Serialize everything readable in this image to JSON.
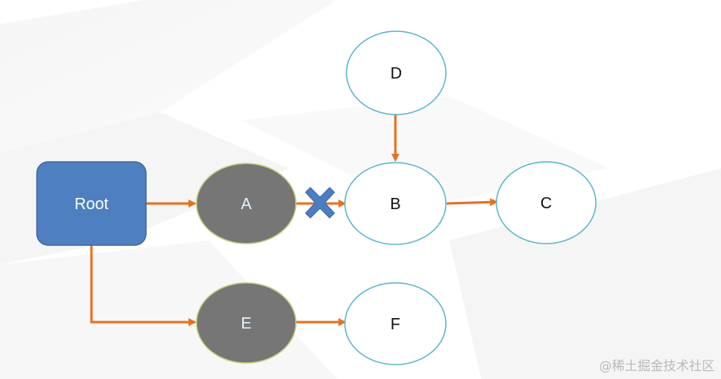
{
  "diagram": {
    "nodes": [
      {
        "id": "root",
        "label": "Root",
        "shape": "rounded-rect",
        "fill": "#4e7fc1",
        "stroke": "#3f68a0",
        "text_color": "#ffffff"
      },
      {
        "id": "a",
        "label": "A",
        "shape": "ellipse",
        "fill": "#767676",
        "stroke": "#c2cf7c",
        "text_color": "#e3f3ff"
      },
      {
        "id": "b",
        "label": "B",
        "shape": "ellipse",
        "fill": "#ffffff",
        "stroke": "#58b6cc",
        "text_color": "#111111"
      },
      {
        "id": "c",
        "label": "C",
        "shape": "ellipse",
        "fill": "#ffffff",
        "stroke": "#58b6cc",
        "text_color": "#111111"
      },
      {
        "id": "d",
        "label": "D",
        "shape": "ellipse",
        "fill": "#ffffff",
        "stroke": "#58b6cc",
        "text_color": "#111111"
      },
      {
        "id": "e",
        "label": "E",
        "shape": "ellipse",
        "fill": "#767676",
        "stroke": "#c2cf7c",
        "text_color": "#e3f3ff"
      },
      {
        "id": "f",
        "label": "F",
        "shape": "ellipse",
        "fill": "#ffffff",
        "stroke": "#58b6cc",
        "text_color": "#111111"
      }
    ],
    "edges": [
      {
        "from": "root",
        "to": "a",
        "broken": false
      },
      {
        "from": "a",
        "to": "b",
        "broken": true
      },
      {
        "from": "d",
        "to": "b",
        "broken": false
      },
      {
        "from": "b",
        "to": "c",
        "broken": false
      },
      {
        "from": "root",
        "to": "e",
        "broken": false
      },
      {
        "from": "e",
        "to": "f",
        "broken": false
      }
    ],
    "colors": {
      "edge": "#e8711c",
      "cross_mark": "#4a7dc4",
      "background": "#ffffff",
      "background_shade": "#ececec"
    }
  },
  "watermark": "@稀土掘金技术社区"
}
